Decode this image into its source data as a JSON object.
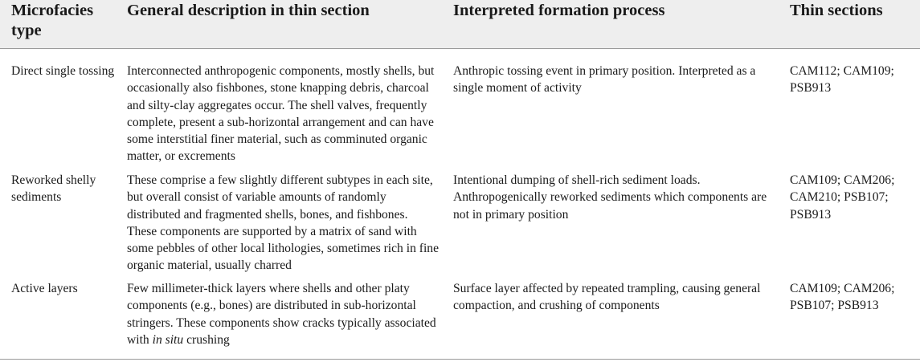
{
  "headers": {
    "type": "Microfacies type",
    "description": "General description in thin section",
    "process": "Interpreted formation process",
    "sections": "Thin sections"
  },
  "rows": [
    {
      "type": "Direct single tossing",
      "description": "Interconnected anthropogenic components, mostly shells, but occasionally also fishbones, stone knapping debris, charcoal and silty-clay aggregates occur. The shell valves, frequently complete, present a sub-horizontal arrangement and can have some interstitial finer material, such as comminuted organic matter, or excrements",
      "process": "Anthropic tossing event in primary position. Interpreted as a single moment of activity",
      "sections": "CAM112; CAM109; PSB913"
    },
    {
      "type": "Reworked shelly sediments",
      "description": "These comprise a few slightly different subtypes in each site, but overall consist of variable amounts of randomly distributed and fragmented shells, bones, and fishbones. These components are supported by a matrix of sand with some pebbles of other local lithologies, sometimes rich in fine organic material, usually charred",
      "process": "Intentional dumping of shell-rich sediment loads. Anthropogenically reworked sediments which components are not in primary position",
      "sections": "CAM109; CAM206; CAM210; PSB107; PSB913"
    },
    {
      "type": "Active layers",
      "description_main": "Few millimeter-thick layers where shells and other platy components (e.g., bones) are distributed in sub-horizontal stringers. These components show cracks typically associated with ",
      "description_italic": "in situ",
      "description_end": " crushing",
      "process": "Surface layer affected by repeated trampling, causing general compaction, and crushing of components",
      "sections": "CAM109; CAM206; PSB107; PSB913"
    }
  ]
}
